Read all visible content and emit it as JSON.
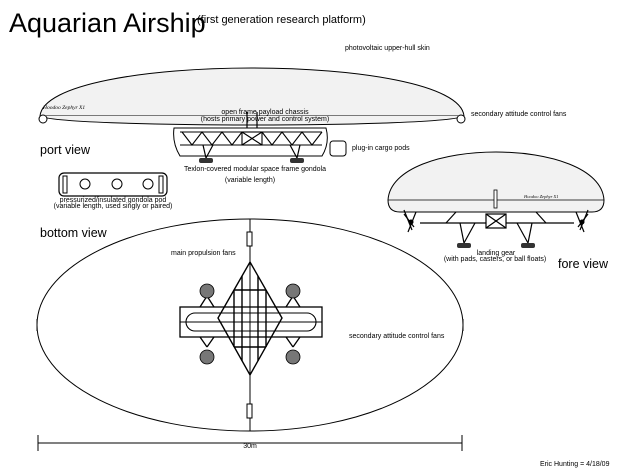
{
  "header": {
    "title": "Aquarian Airship",
    "subtitle": "(first generation research platform)"
  },
  "labels": {
    "pv_skin": "photovoltaic upper-hull skin",
    "hull_name_port": "Hoodoo Zephyr X1",
    "hull_name_fore": "Hoodoo Zephyr X1",
    "chassis_line1": "open frame payload chassis",
    "chassis_line2": "(hosts primary power and control system)",
    "secondary_fans_port": "secondary attitude control fans",
    "cargo_pods": "plug-in cargo pods",
    "port_view": "port view",
    "gondola_line1": "Texlon-covered modular space frame gondola",
    "gondola_line2": "(variable length)",
    "pod_line1": "pressurized/insulated gondola pod",
    "pod_line2": "(variable length, used singly or paired)",
    "bottom_view": "bottom view",
    "main_fans": "main propulsion fans",
    "secondary_fans_bottom": "secondary attitude control fans",
    "landing_line1": "landing gear",
    "landing_line2": "(with pads, casters, or ball floats)",
    "fore_view": "fore view",
    "dimension": "30m",
    "credit": "Eric Hunting = 4/18/09"
  },
  "colors": {
    "line": "#000000",
    "hull_fill": "#f2f2f2",
    "fan_fill": "#777777",
    "pad_fill": "#333333",
    "background": "#ffffff"
  }
}
